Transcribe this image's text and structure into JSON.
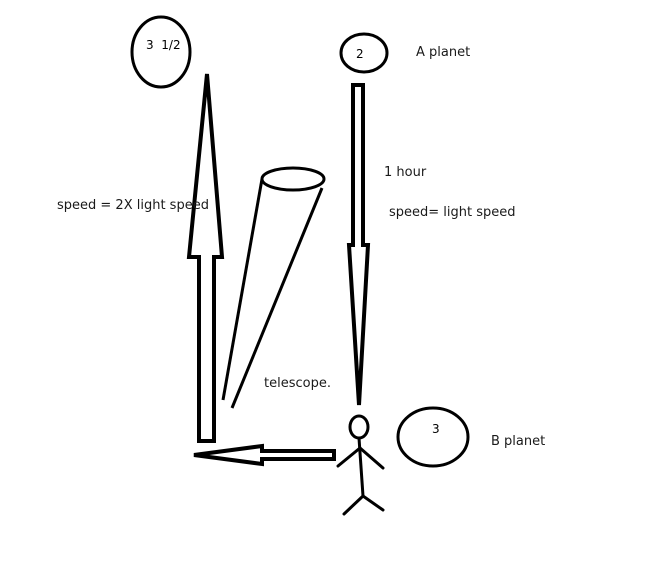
{
  "planets": {
    "top_left": {
      "value": "3  1/2"
    },
    "a": {
      "value": "2",
      "name": "A planet"
    },
    "b": {
      "value": "3",
      "name": "B planet"
    }
  },
  "labels": {
    "speed_2x": "speed = 2X light speed",
    "one_hour": "1 hour",
    "speed_light": "speed= light speed",
    "telescope": "telescope."
  },
  "colors": {
    "stroke": "#000000",
    "text": "#1a1a1a",
    "background": "#ffffff"
  }
}
